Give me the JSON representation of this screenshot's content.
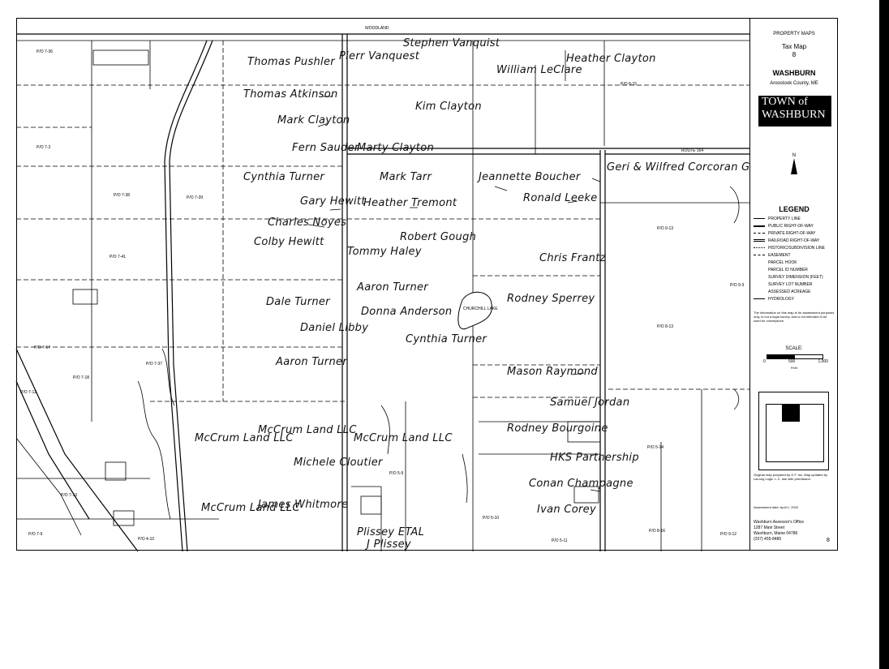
{
  "map": {
    "top_road": "WOODLAND",
    "handwritten_owners": [
      "Stephen Vanquist",
      "Pierr Vanquest",
      "Heather Clayton",
      "William LeClare",
      "Thomas Pushler",
      "Thomas Atkinson",
      "Kim Clayton",
      "Mark Clayton",
      "Fern Sauder",
      "Marty Clayton",
      "Geri & Wilfred Corcoran Gene",
      "Cynthia Turner",
      "Mark Tarr",
      "Jeannette Boucher",
      "Ronald Leeke",
      "Gary Hewitt",
      "Heather Tremont",
      "Charles Noyes",
      "Colby Hewitt",
      "Robert Gough",
      "Tommy Haley",
      "Chris Frantz",
      "Aaron Turner",
      "Dale Turner",
      "Donna Anderson",
      "Rodney Sperrey",
      "Daniel Libby",
      "Cynthia Turner",
      "Aaron Turner",
      "Mason Raymond",
      "Samuel Jordan",
      "McCrum Land LLC",
      "McCrum Land LLC",
      "McCrum Land LLC",
      "Rodney Bourgoine",
      "HKS Partnership",
      "Michele Cloutier",
      "Conan Champagne",
      "James Whitmore",
      "McCrum Land LLC",
      "Ivan Corey",
      "Plissey ETAL",
      "J Plissey"
    ],
    "lake_label": "CHURCHILL LAKE",
    "route_label": "ROUTE 164",
    "parcel_ids": [
      "P/O 7-36",
      "P/O 7-2",
      "P/O 7-38",
      "P/O 7-39",
      "P/O 7-41",
      "P/O 7-17",
      "P/O 7-18",
      "P/O 7-37",
      "P/O 7-13",
      "P/O 7-12",
      "P/O 7-9",
      "P/O 4-10",
      "P/O 5-11",
      "P/O 5-9",
      "P/O 5-10",
      "P/O 8-13",
      "P/O 8-15",
      "P/O 9-3",
      "P/O 9-13",
      "P/O 8-16",
      "P/O 9-12",
      "P/O 5-14"
    ]
  },
  "panel": {
    "header": "PROPERTY MAPS",
    "map_label": "Tax Map",
    "map_number": "8",
    "town": "WASHBURN",
    "county": "Aroostook County, ME",
    "logo_line1": "TOWN of",
    "logo_line2": "WASHBURN",
    "north": "N",
    "legend_title": "LEGEND",
    "legend_items": [
      "PROPERTY LINE",
      "PUBLIC RIGHT-OF-WAY",
      "PRIVATE RIGHT-OF-WAY",
      "RAILROAD RIGHT-OF-WAY",
      "HISTORIC/SUBDIVISION LINE",
      "EASEMENT",
      "PARCEL HOOK",
      "PARCEL ID NUMBER",
      "SURVEY DIMENSION (FEET)",
      "SURVEY LOT NUMBER",
      "ASSESSED ACREAGE",
      "HYDROLOGY"
    ],
    "disclaimer": "The information on this map is for assessment purposes only, is not a legal survey, and is not intended to be used for conveyance.",
    "scale_label": "SCALE:",
    "scale_ticks": [
      "0",
      "500",
      "1,000"
    ],
    "scale_unit": "Feet",
    "prepared_by": "Original map prepared by G.F. Inc. Map updated by LaLong Logic. L.C. use with permission.",
    "dates": "Assessment date: April 1, 2022",
    "office": "Washburn Assessor's Office",
    "address1": "1287 Main Street",
    "address2": "Washburn, Maine 04786",
    "phone": "(207) 455-8485",
    "page_number": "8"
  }
}
